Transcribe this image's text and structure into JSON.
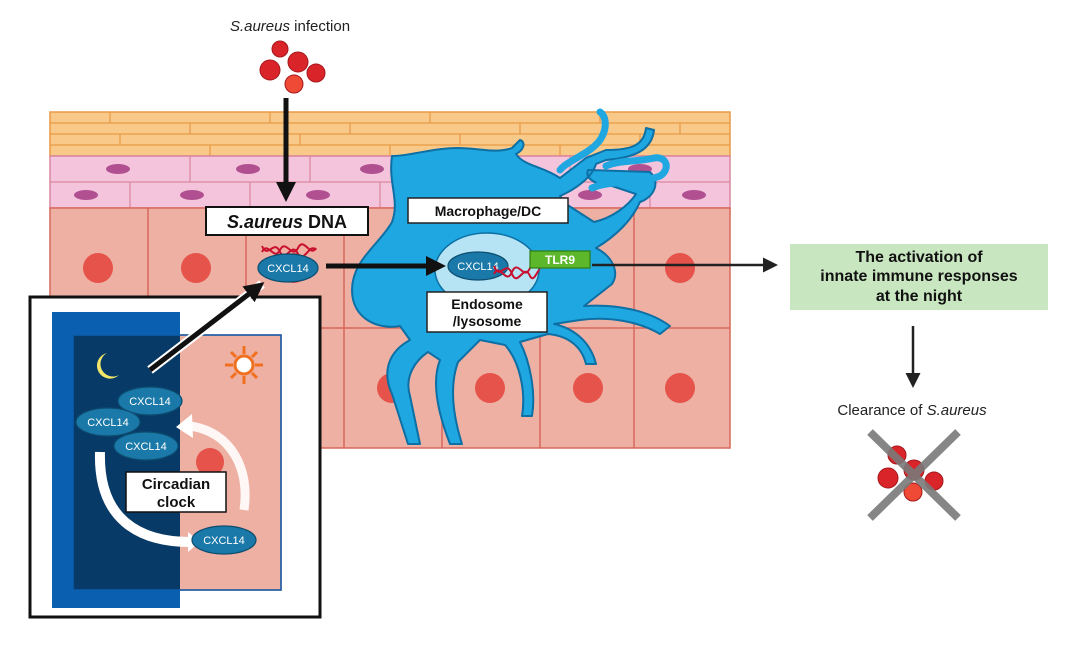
{
  "texts": {
    "infection": {
      "species": "S.aureus",
      "rest": " infection"
    },
    "dna_box": {
      "species": "S.aureus",
      "rest": " DNA"
    },
    "macrophage": "Macrophage/DC",
    "endosome_line1": "Endosome",
    "endosome_line2": "/lysosome",
    "cxcl14": "CXCL14",
    "tlr9": "TLR9",
    "activation_line1": "The activation of",
    "activation_line2": "innate immune responses",
    "activation_line3": "at the night",
    "clearance": {
      "prefix": "Clearance of ",
      "species": "S.aureus"
    },
    "clock_line1": "Circadian",
    "clock_line2": "clock"
  },
  "icons": [
    "bacteria-cluster-icon",
    "moon-icon",
    "sun-icon",
    "dna-strand-icon",
    "cross-mark-icon"
  ],
  "colors": {
    "stratum_corneum": "#f9c98a",
    "granular_layer": "#f4c4dc",
    "epidermal_cell": "#efb0a4",
    "nucleus": "#e5534a",
    "macrophage": "#1ea7e0",
    "endosome": "#b6e4f4",
    "cxcl14": "#1a79a8",
    "tlr9": "#5cb82a",
    "dna": "#c8102e",
    "bacteria": "#d9242a",
    "night_panel": "#0a5fb0",
    "night_inner": "#073a66",
    "activation_box": "#c8e6c0"
  }
}
